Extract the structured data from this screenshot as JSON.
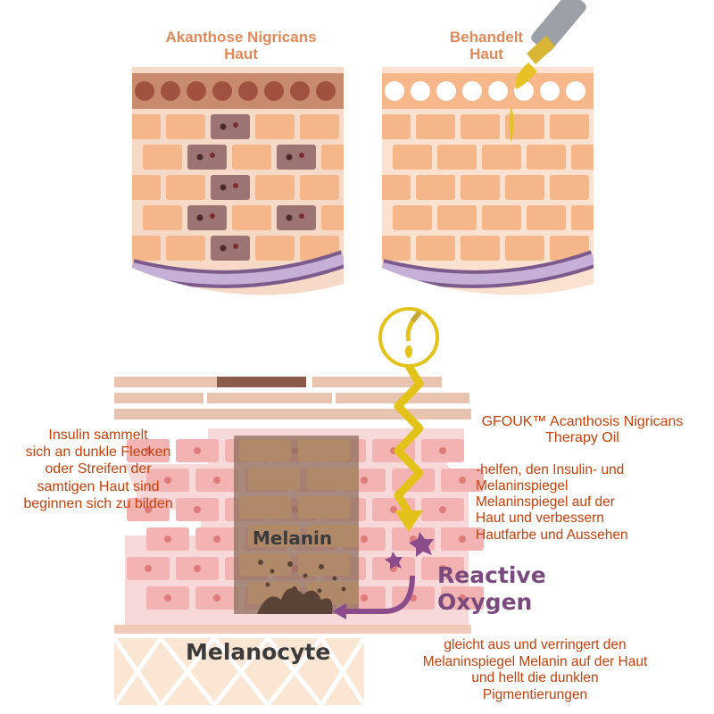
{
  "panels": {
    "left_title": "Akanthose Nigricans",
    "left_subtitle": "Haut",
    "right_title": "Behandelt",
    "right_subtitle": "Haut"
  },
  "diagram": {
    "melanin": "Melanin",
    "reactive_1": "Reactive",
    "reactive_2": "Oxygen",
    "melanocyte": "Melanocyte"
  },
  "text": {
    "left_block": [
      "Insulin sammelt",
      "sich an  dunkle Flecken",
      "oder Streifen der",
      "samtigen Haut sind",
      "beginnen sich zu bilden"
    ],
    "product_1": "GFOUK™ Acanthosis Nigricans",
    "product_2": "Therapy Oil",
    "benefit": [
      "-helfen, den Insulin- und",
      "Melaninspiegel",
      "Melaninspiegel auf der",
      "Haut und verbessern",
      "Hautfarbe und Aussehen"
    ],
    "bottom": [
      "gleicht aus und verringert den",
      "Melaninspiegel Melanin auf der Haut",
      "und hellt die dunklen",
      "Pigmentierungen"
    ]
  },
  "colors": {
    "title_orange": "#e0895a",
    "text_orange": "#c2410c",
    "skin_light": "#f7d6c4",
    "cell_orange": "#f5b78a",
    "dark_cell": "#9c7474",
    "purple": "#7c5a8c",
    "gold": "#e3c21a",
    "pink_cell": "#f3b3b3",
    "brown_cell": "#b08968"
  }
}
